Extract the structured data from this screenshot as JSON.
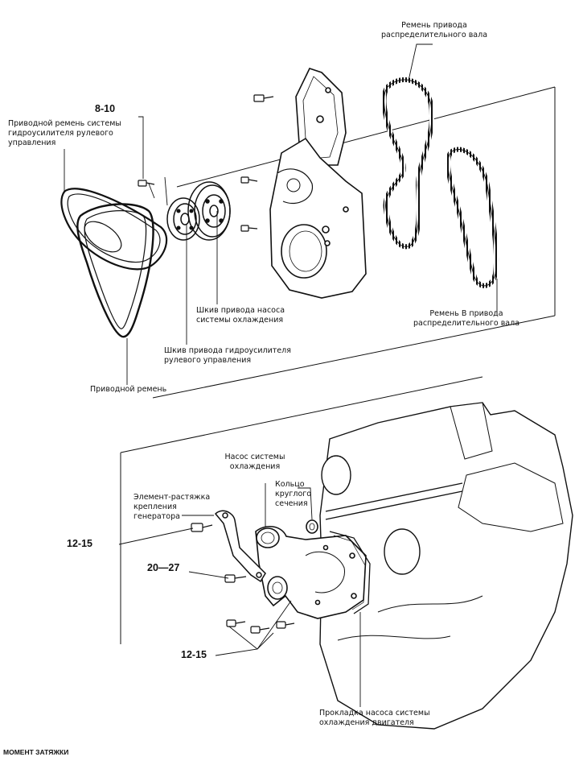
{
  "labels": {
    "cam_belt": "Ремень привода\nраспределительного вала",
    "cam_belt_b": "Ремень В привода\nраспределительного вала",
    "ps_belt": "Приводной ремень системы\nгидроусилителя рулевого\nуправления",
    "drive_belt": "Приводной ремень",
    "pump_pulley": "Шкив привода насоса\nсистемы охлаждения",
    "ps_pulley": "Шкив привода гидроусилителя\nрулевого управления",
    "water_pump": "Насос системы\nохлаждения",
    "o_ring": "Кольцо\nкруглого\nсечения",
    "alt_brace": "Элемент-растяжка\nкрепления\nгенератора",
    "pump_gasket": "Прокладка насоса системы\nохлаждения двигателя"
  },
  "torques": {
    "t1": "8-10",
    "t2": "12-15",
    "t3": "20—27",
    "t4": "12-15"
  },
  "footer": "МОМЕНТ ЗАТЯЖКИ"
}
